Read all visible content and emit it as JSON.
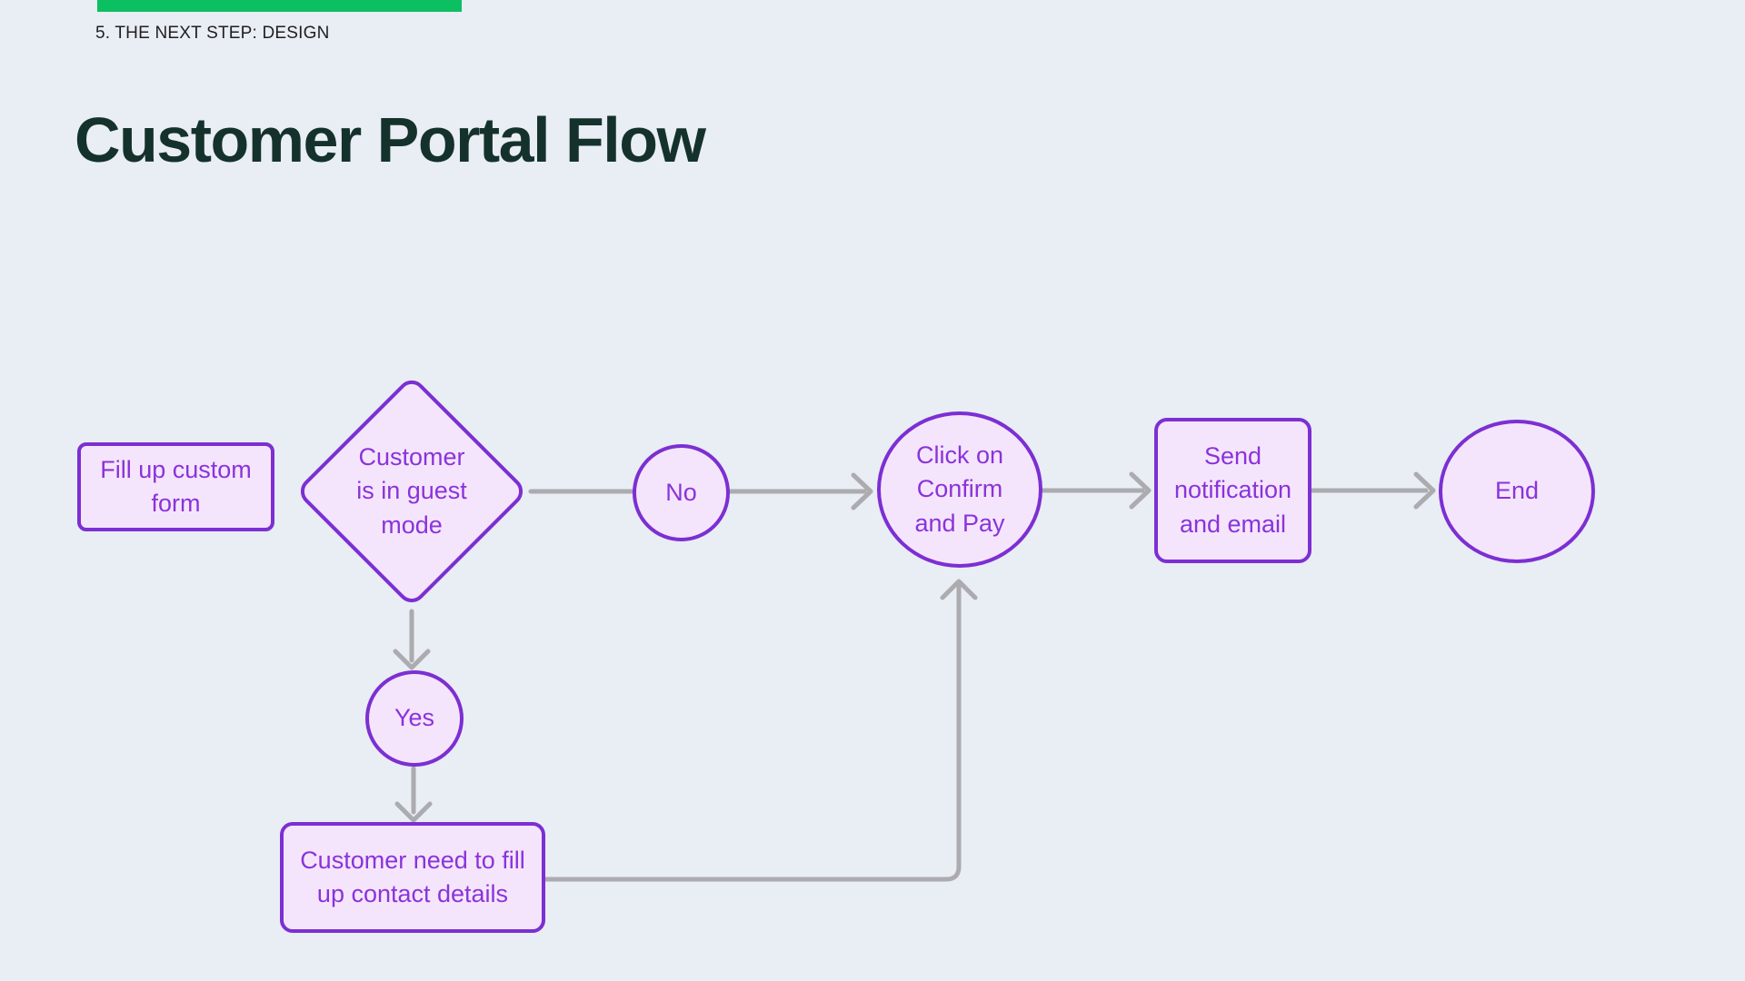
{
  "colors": {
    "background": "#E9EDF4",
    "accent_green": "#0CBF60",
    "title": "#14322B",
    "eyebrow_text": "#1F1F1F",
    "node_fill": "#F5E5FC",
    "node_border": "#7C2FD2",
    "node_text": "#8A33DB",
    "connector": "#ABABB0"
  },
  "header": {
    "eyebrow": "5. THE NEXT STEP: DESIGN",
    "title": "Customer Portal Flow"
  },
  "flowchart": {
    "nodes": {
      "fill_form": {
        "shape": "rectangle",
        "label": "Fill up custom\nform"
      },
      "guest_mode": {
        "shape": "diamond",
        "label": "Customer\nis in guest\nmode"
      },
      "no": {
        "shape": "circle",
        "label": "No"
      },
      "confirm_pay": {
        "shape": "circle",
        "label": "Click on\nConfirm\nand Pay"
      },
      "send_notification": {
        "shape": "rectangle",
        "label": "Send\nnotification\nand email"
      },
      "end": {
        "shape": "ellipse",
        "label": "End"
      },
      "yes": {
        "shape": "circle",
        "label": "Yes"
      },
      "contact_details": {
        "shape": "rectangle",
        "label": "Customer need to fill\nup contact details"
      }
    },
    "edges": [
      {
        "from": "guest_mode",
        "to": "no"
      },
      {
        "from": "no",
        "to": "confirm_pay"
      },
      {
        "from": "confirm_pay",
        "to": "send_notification"
      },
      {
        "from": "send_notification",
        "to": "end"
      },
      {
        "from": "guest_mode",
        "to": "yes"
      },
      {
        "from": "yes",
        "to": "contact_details"
      },
      {
        "from": "contact_details",
        "to": "confirm_pay"
      }
    ]
  }
}
